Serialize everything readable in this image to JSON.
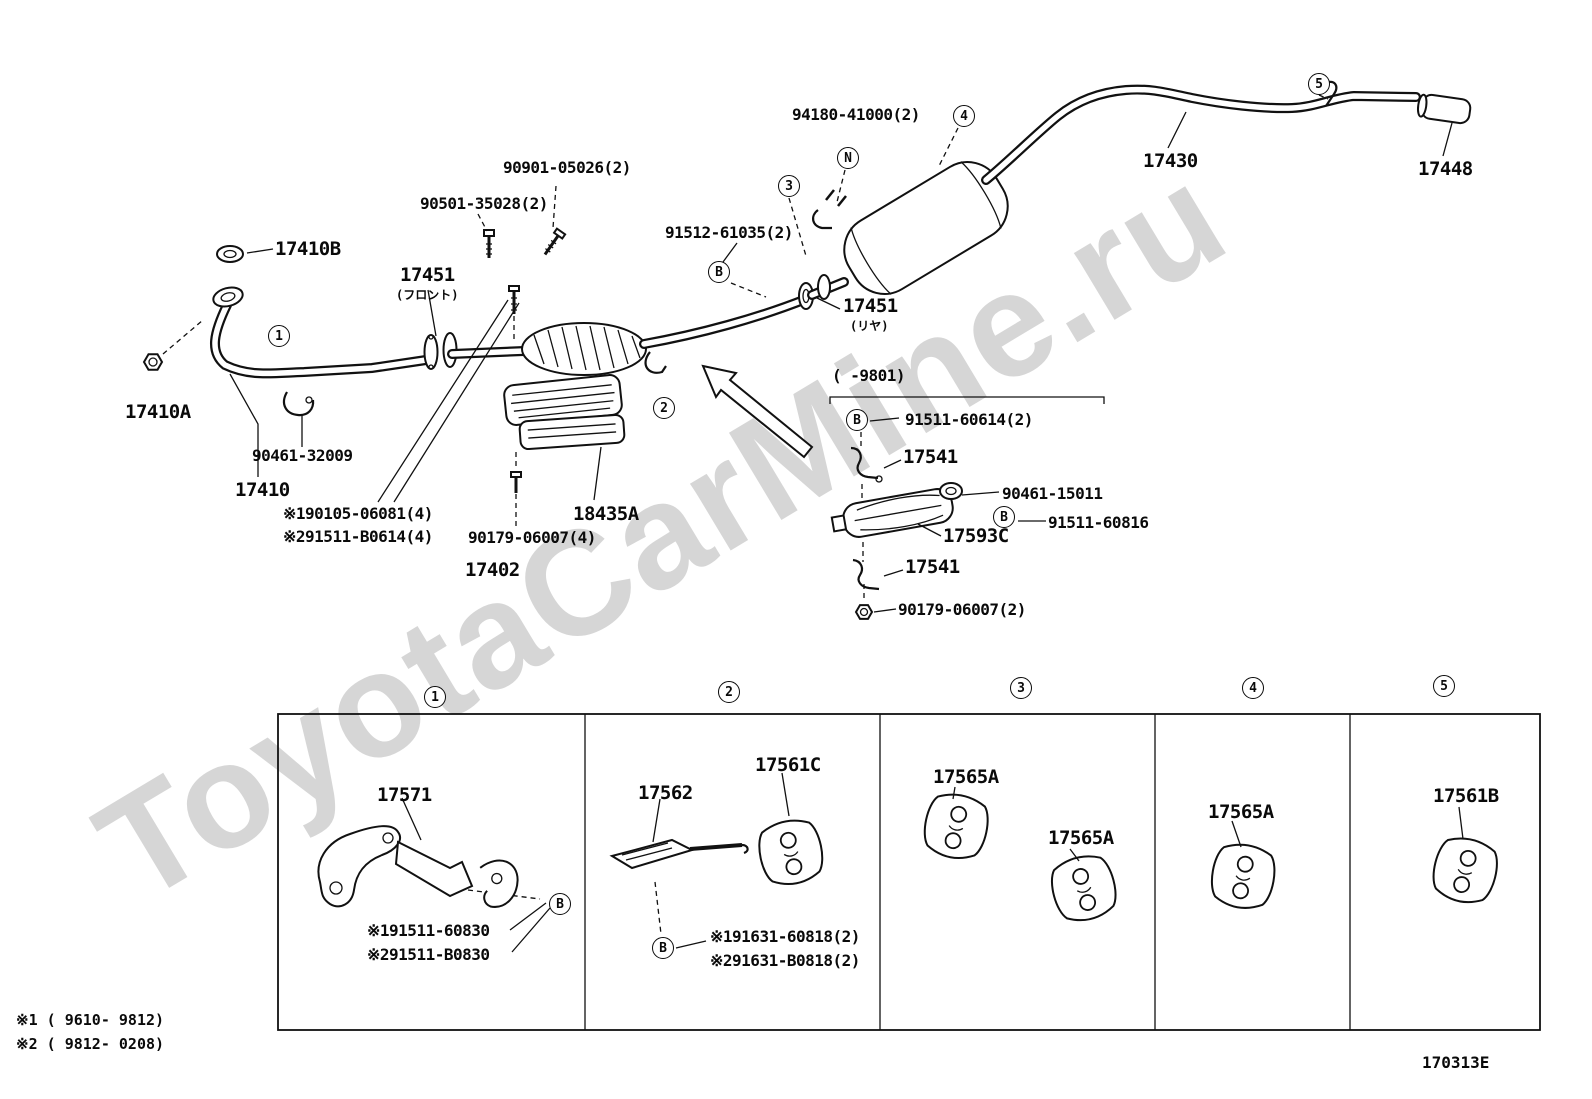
{
  "watermark": "ToyotaCarMine.ru",
  "callouts": {
    "n1": "1",
    "n2": "2",
    "n3": "3",
    "n4": "4",
    "n5": "5",
    "b": "B",
    "n": "N"
  },
  "labels": {
    "p94180_41000": "94180-41000(2)",
    "p90901_05026": "90901-05026(2)",
    "p90501_35028": "90501-35028(2)",
    "p17410B": "17410B",
    "p17451_front": "17451",
    "p17451_front_note": "(フロント)",
    "p91512_61035": "91512-61035(2)",
    "p17451_rear": "17451",
    "p17451_rear_note": "(リヤ)",
    "p17430": "17430",
    "p17448": "17448",
    "p17410A": "17410A",
    "p90461_32009": "90461-32009",
    "p17410": "17410",
    "p90105_06081": "※190105-06081(4)",
    "p91511_B0614": "※291511-B0614(4)",
    "p90179_06007_4": "90179-06007(4)",
    "p17402": "17402",
    "p18435A": "18435A",
    "range_9801": "(    -9801)",
    "p91511_60614": "91511-60614(2)",
    "p17541_upper": "17541",
    "p90461_15011": "90461-15011",
    "p91511_60816": "91511-60816",
    "p17593C": "17593C",
    "p17541_lower": "17541",
    "p90179_06007_2": "90179-06007(2)",
    "p17571": "17571",
    "p91511_60830": "※191511-60830",
    "p91511_B0830": "※291511-B0830",
    "p17562": "17562",
    "p17561C": "17561C",
    "p91631_60818": "※191631-60818(2)",
    "p91631_B0818": "※291631-B0818(2)",
    "p17565A_col3_top": "17565A",
    "p17565A_col3_bottom": "17565A",
    "p17565A_col4": "17565A",
    "p17561B": "17561B"
  },
  "footer": {
    "note1": "※1 ( 9610- 9812)",
    "note2": "※2 ( 9812- 0208)",
    "code": "170313E"
  }
}
